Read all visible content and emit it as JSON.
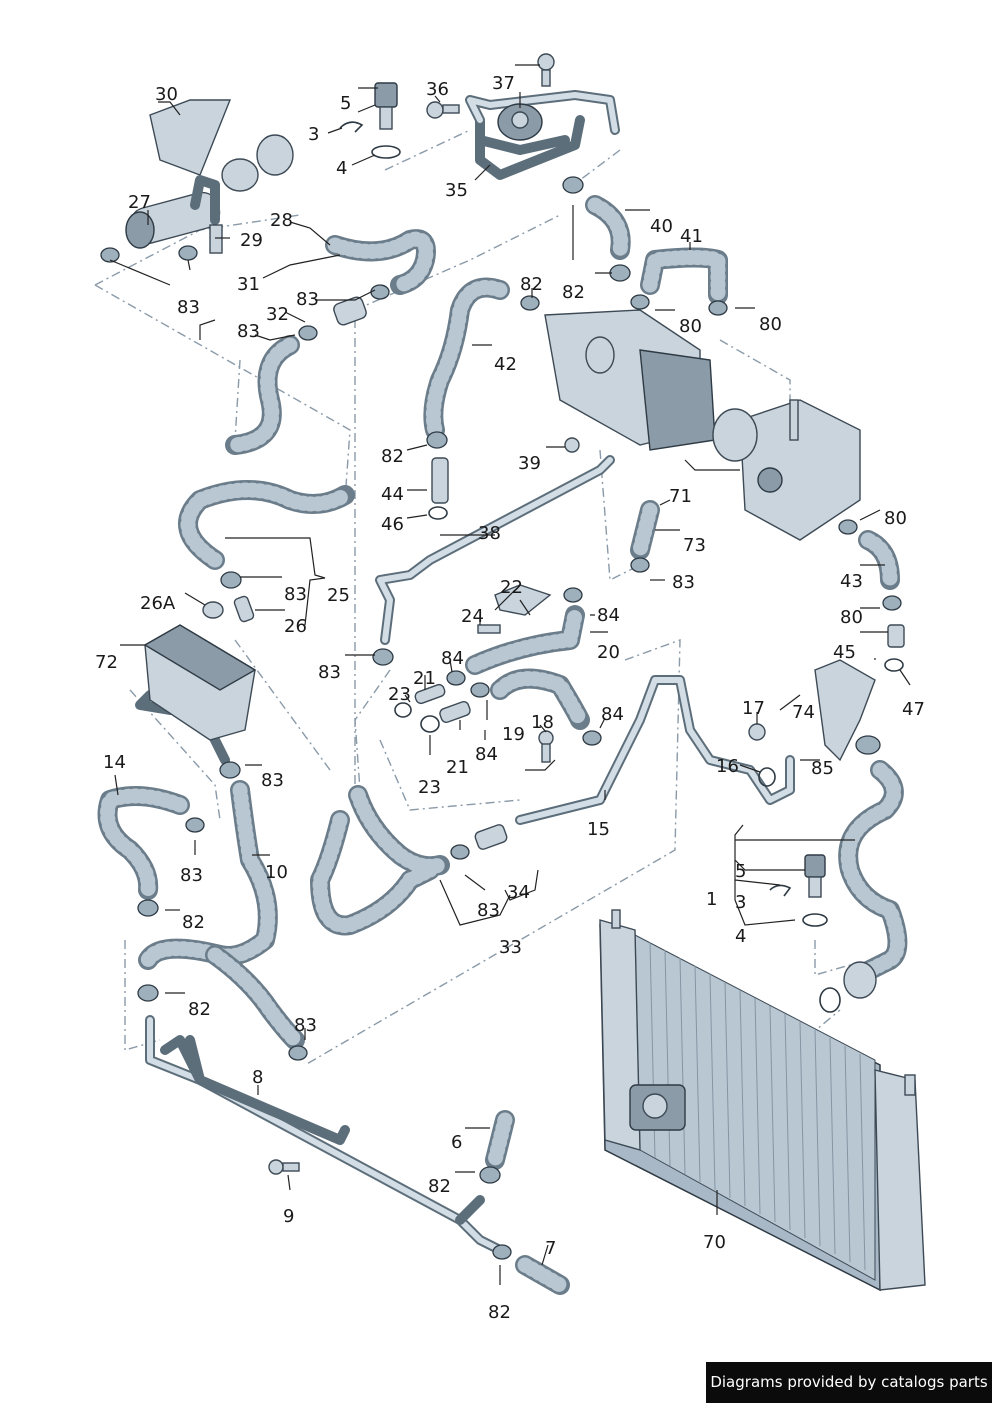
{
  "labels": {
    "l1": "1",
    "l3": "3",
    "l3b": "3",
    "l4": "4",
    "l4b": "4",
    "l5": "5",
    "l5b": "5",
    "l6": "6",
    "l7": "7",
    "l8": "8",
    "l9": "9",
    "l10": "10",
    "l14": "14",
    "l15": "15",
    "l16": "16",
    "l17": "17",
    "l18": "18",
    "l19": "19",
    "l20": "20",
    "l21a": "21",
    "l21b": "21",
    "l22": "22",
    "l23a": "23",
    "l23b": "23",
    "l24": "24",
    "l25": "25",
    "l26": "26",
    "l26a": "26A",
    "l27": "27",
    "l28": "28",
    "l29": "29",
    "l30": "30",
    "l31": "31",
    "l32": "32",
    "l33": "33",
    "l34": "34",
    "l35": "35",
    "l36": "36",
    "l37": "37",
    "l38": "38",
    "l39": "39",
    "l40": "40",
    "l41": "41",
    "l42": "42",
    "l43": "43",
    "l44": "44",
    "l45": "45",
    "l46": "46",
    "l47": "47",
    "l70": "70",
    "l71": "71",
    "l72": "72",
    "l73": "73",
    "l74": "74",
    "l80a": "80",
    "l80b": "80",
    "l80c": "80",
    "l80d": "80",
    "l82a": "82",
    "l82b": "82",
    "l82c": "82",
    "l82d": "82",
    "l82e": "82",
    "l82f": "82",
    "l82g": "82",
    "l83a": "83",
    "l83b": "83",
    "l83c": "83",
    "l83d": "83",
    "l83e": "83",
    "l83f": "83",
    "l83g": "83",
    "l83h": "83",
    "l83i": "83",
    "l83j": "83",
    "l83k": "83",
    "l84a": "84",
    "l84b": "84",
    "l84c": "84",
    "l84d": "84",
    "l85": "85"
  },
  "footer": {
    "text": "Diagrams provided by catalogs parts"
  },
  "colors": {
    "line": "#222222",
    "hose": "#6b7d8a",
    "part": "#c9d4dd",
    "footer_bg": "#0b0b0b"
  }
}
